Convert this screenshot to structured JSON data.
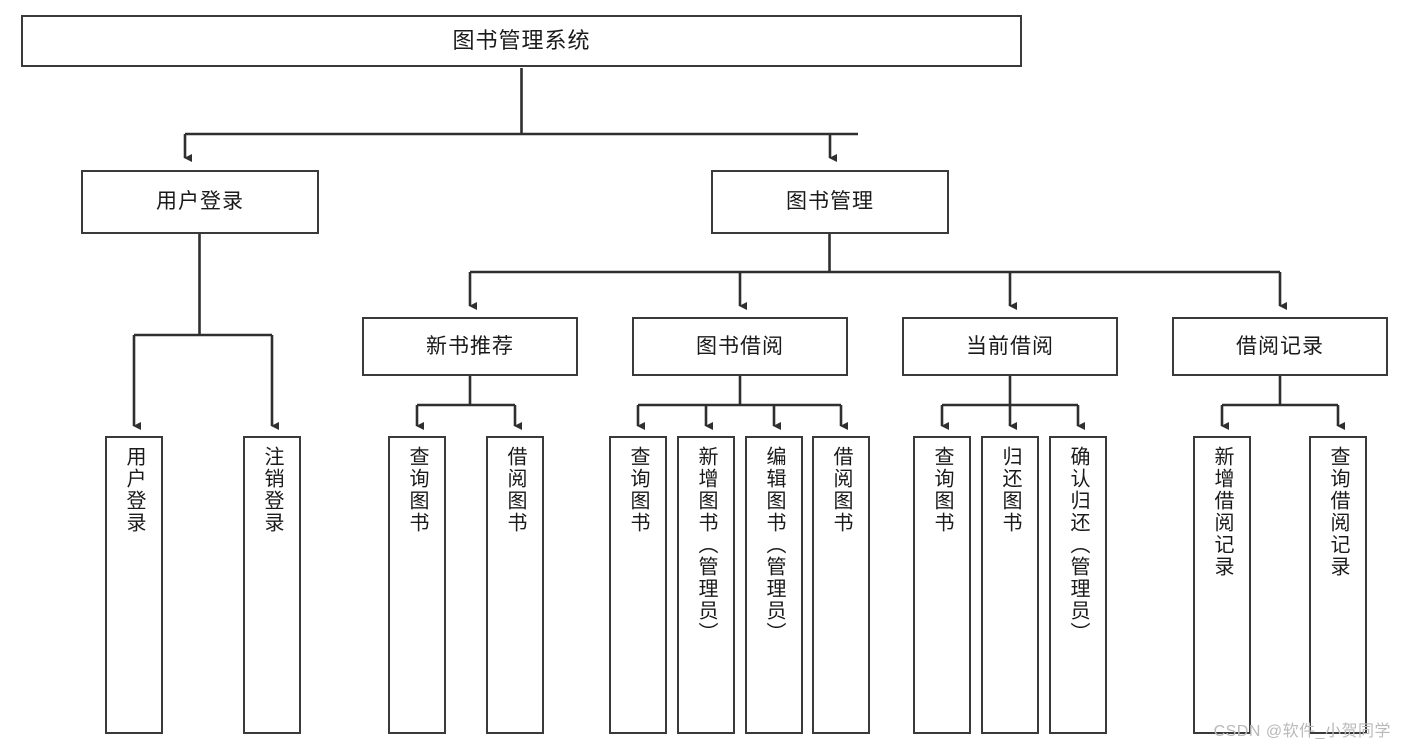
{
  "diagram": {
    "title": "图书管理系统",
    "type": "tree",
    "watermark": "CSDN @软件_小贺同学",
    "colors": {
      "box_border": "#3a3a3a",
      "box_fill": "#ffffff",
      "connector": "#2f2f2f",
      "text": "#1a1a1a",
      "watermark": "#b9b9b9",
      "background": "#ffffff"
    },
    "levels": {
      "root": "图书管理系统",
      "level2": [
        "用户登录",
        "图书管理"
      ],
      "level3": [
        "新书推荐",
        "图书借阅",
        "当前借阅",
        "借阅记录"
      ]
    },
    "nodes": {
      "root": {
        "label": "图书管理系统"
      },
      "user_login": {
        "label": "用户登录"
      },
      "book_manage": {
        "label": "图书管理"
      },
      "new_book_rec": {
        "label": "新书推荐"
      },
      "book_borrow": {
        "label": "图书借阅"
      },
      "current_borrow": {
        "label": "当前借阅"
      },
      "borrow_record": {
        "label": "借阅记录"
      },
      "leaf_user_login": {
        "label": "用户登录"
      },
      "leaf_logout": {
        "label": "注销登录"
      },
      "leaf_query_book_1": {
        "label": "查询图书"
      },
      "leaf_borrow_book_1": {
        "label": "借阅图书"
      },
      "leaf_query_book_2": {
        "label": "查询图书"
      },
      "leaf_add_book": {
        "label": "新增图书（管理员）"
      },
      "leaf_edit_book": {
        "label": "编辑图书（管理员）"
      },
      "leaf_borrow_book_2": {
        "label": "借阅图书"
      },
      "leaf_query_book_3": {
        "label": "查询图书"
      },
      "leaf_return_book": {
        "label": "归还图书"
      },
      "leaf_confirm_return": {
        "label": "确认归还（管理员）"
      },
      "leaf_add_record": {
        "label": "新增借阅记录"
      },
      "leaf_query_record": {
        "label": "查询借阅记录"
      }
    },
    "edges": [
      {
        "from": "图书管理系统",
        "to": "用户登录"
      },
      {
        "from": "图书管理系统",
        "to": "图书管理"
      },
      {
        "from": "用户登录",
        "to": "用户登录"
      },
      {
        "from": "用户登录",
        "to": "注销登录"
      },
      {
        "from": "图书管理",
        "to": "新书推荐"
      },
      {
        "from": "图书管理",
        "to": "图书借阅"
      },
      {
        "from": "图书管理",
        "to": "当前借阅"
      },
      {
        "from": "图书管理",
        "to": "借阅记录"
      },
      {
        "from": "新书推荐",
        "to": "查询图书"
      },
      {
        "from": "新书推荐",
        "to": "借阅图书"
      },
      {
        "from": "图书借阅",
        "to": "查询图书"
      },
      {
        "from": "图书借阅",
        "to": "新增图书（管理员）"
      },
      {
        "from": "图书借阅",
        "to": "编辑图书（管理员）"
      },
      {
        "from": "图书借阅",
        "to": "借阅图书"
      },
      {
        "from": "当前借阅",
        "to": "查询图书"
      },
      {
        "from": "当前借阅",
        "to": "归还图书"
      },
      {
        "from": "当前借阅",
        "to": "确认归还（管理员）"
      },
      {
        "from": "借阅记录",
        "to": "新增借阅记录"
      },
      {
        "from": "借阅记录",
        "to": "查询借阅记录"
      }
    ]
  }
}
